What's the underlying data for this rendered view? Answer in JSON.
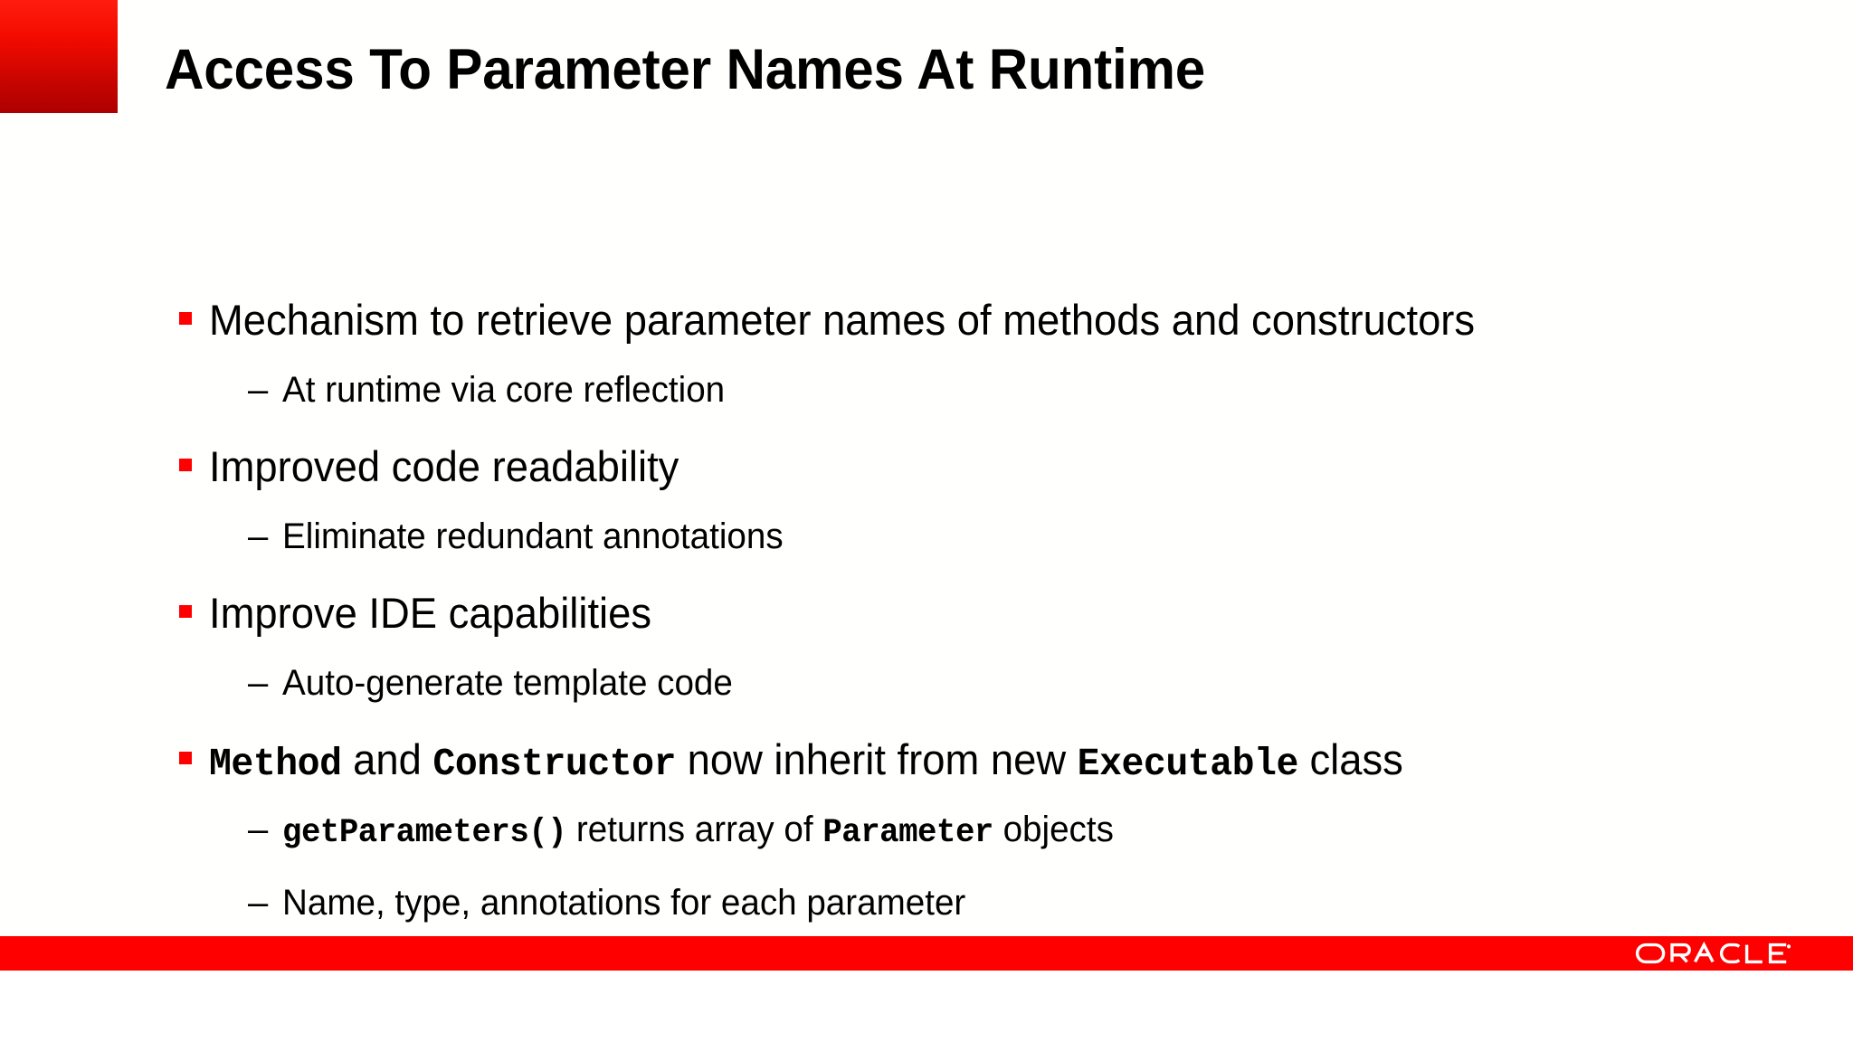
{
  "slide": {
    "title": "Access To Parameter Names At Runtime",
    "accent_color": "#f40b00",
    "bullet_color": "#ff0000",
    "footer_color": "#ff0000",
    "background_color": "#fffffd",
    "text_color": "#000000"
  },
  "content": {
    "bullets": [
      {
        "level": 1,
        "marker": "square-bullet",
        "text": "Mechanism to retrieve parameter names of methods and constructors"
      },
      {
        "level": 2,
        "marker": "–",
        "text": "At runtime via core reflection"
      },
      {
        "level": 1,
        "marker": "square-bullet",
        "text": "Improved code readability"
      },
      {
        "level": 2,
        "marker": "–",
        "text": "Eliminate redundant annotations"
      },
      {
        "level": 1,
        "marker": "square-bullet",
        "text": "Improve IDE capabilities"
      },
      {
        "level": 2,
        "marker": "–",
        "text": "Auto-generate template code"
      },
      {
        "level": 1,
        "marker": "square-bullet",
        "runs": [
          {
            "text": "Method",
            "code": true
          },
          {
            "text": " and ",
            "code": false
          },
          {
            "text": "Constructor",
            "code": true
          },
          {
            "text": " now inherit from new ",
            "code": false
          },
          {
            "text": "Executable",
            "code": true
          },
          {
            "text": " class",
            "code": false
          }
        ]
      },
      {
        "level": 2,
        "marker": "–",
        "runs": [
          {
            "text": "getParameters()",
            "code": true
          },
          {
            "text": " returns array of ",
            "code": false
          },
          {
            "text": "Parameter",
            "code": true
          },
          {
            "text": " objects",
            "code": false
          }
        ]
      },
      {
        "level": 2,
        "marker": "–",
        "text": "Name, type, annotations for each parameter"
      }
    ]
  },
  "footer": {
    "logo_text": "ORACLE",
    "trademark": "®"
  }
}
